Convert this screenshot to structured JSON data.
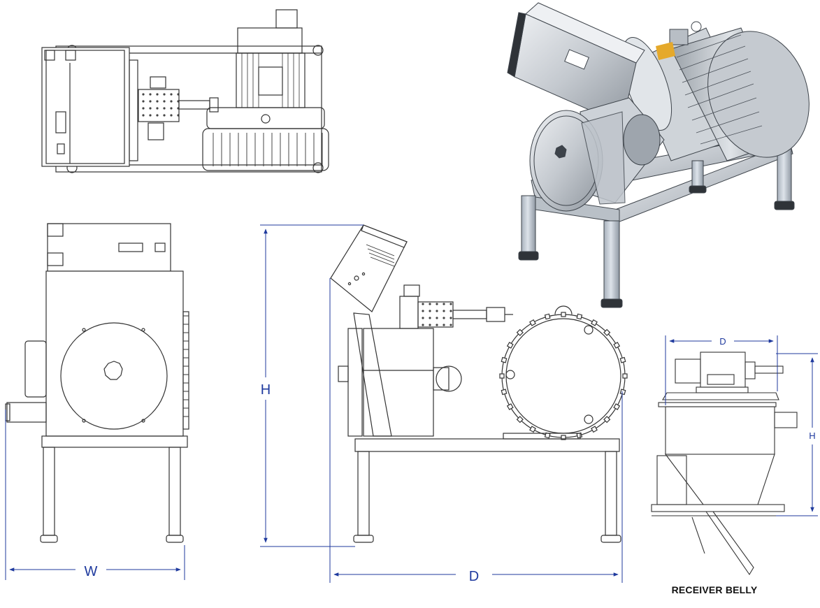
{
  "dimensions": {
    "side_view_width": "W",
    "front_view_height": "H",
    "front_view_depth": "D",
    "receiver_depth": "D",
    "receiver_height": "H"
  },
  "caption": "RECEIVER BELLY",
  "colors": {
    "line": "#333333",
    "dimension": "#1f3a9e",
    "steel_light": "#d9dde2",
    "steel_mid": "#a9b0b8",
    "steel_dark": "#5d646c",
    "accent": "#e5a92b"
  }
}
